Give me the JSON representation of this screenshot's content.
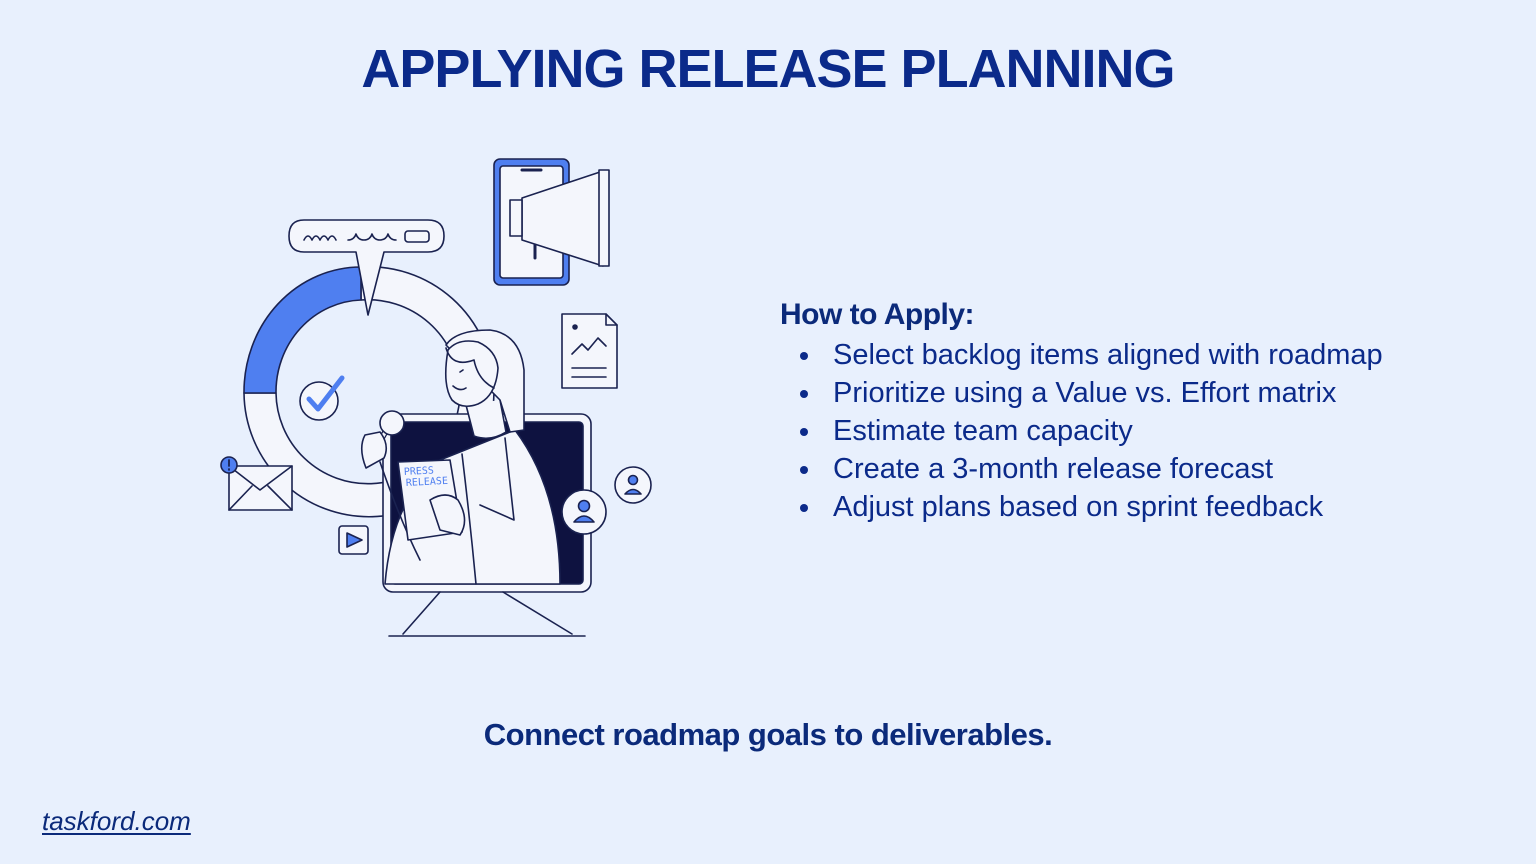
{
  "page": {
    "title": "APPLYING RELEASE PLANNING",
    "how_to_apply": {
      "heading": "How to Apply:",
      "items": [
        "Select backlog items aligned with roadmap",
        "Prioritize using a Value vs. Effort matrix",
        "Estimate team capacity",
        "Create a 3-month release forecast",
        "Adjust plans based on sprint feedback"
      ]
    },
    "tagline": "Connect roadmap goals to deliverables.",
    "footer_link": "taskford.com",
    "illustration": {
      "press_release_line1": "PRESS",
      "press_release_line2": "RELEASE",
      "icons": [
        "donut-chart-icon",
        "checkmark-icon",
        "speech-bubble-icon",
        "phone-megaphone-icon",
        "document-chart-icon",
        "envelope-icon",
        "alert-icon",
        "play-icon",
        "user-icon",
        "monitor-icon",
        "microphone-icon"
      ]
    },
    "colors": {
      "background": "#e8f0fd",
      "primary": "#0b2a8a",
      "accent": "#4f7ff0",
      "outline": "#1a2250",
      "dark_screen": "#0e1240"
    }
  }
}
